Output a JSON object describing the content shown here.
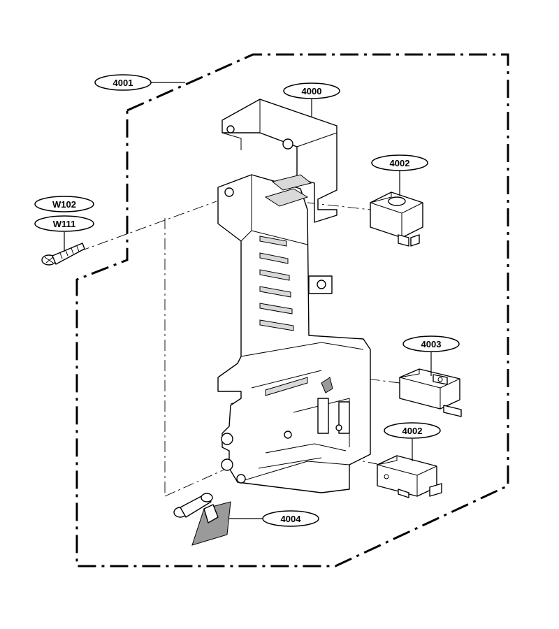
{
  "parts": {
    "assembly_boundary": "4001",
    "latch_board": "4000",
    "switch_upper": "4002",
    "switch_middle": "4003",
    "switch_lower": "4002",
    "lever": "4004",
    "screw_a": "W102",
    "screw_b": "W111"
  }
}
